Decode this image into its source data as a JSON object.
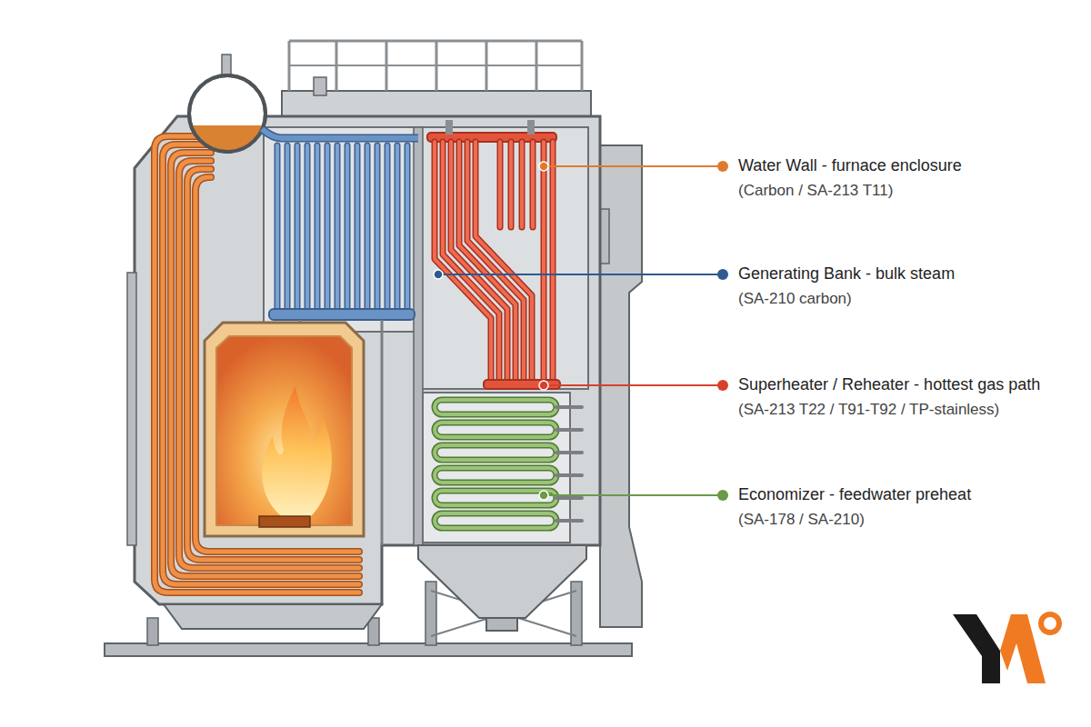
{
  "diagram": {
    "labels": [
      "Water Wall - furnace enclosure",
      "(Carbon / SA-213 T11)",
      "Generating Bank - bulk steam",
      "(SA-210 carbon)",
      "Superheater / Reheater - hottest gas path",
      "(SA-213 T22 / T91-T92 / TP-stainless)",
      "Economizer - feedwater preheat",
      "(SA-178 / SA-210)"
    ]
  }
}
